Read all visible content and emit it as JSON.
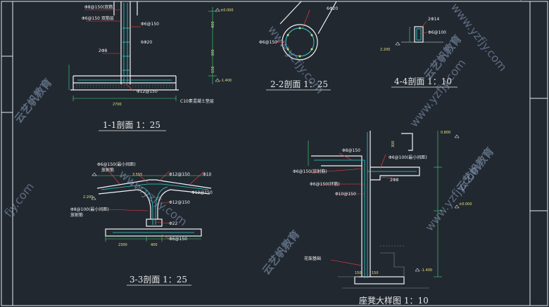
{
  "sections": {
    "s11": {
      "title": "1-1剖面 1：25",
      "notes": [
        "Φ8@150(双筋)",
        "Φ6@150 双筋层",
        "Φ6@150",
        "6Φ20",
        "2Φ8",
        "Φ12@150",
        "C10素混凝土垫层"
      ],
      "dims": [
        "2700",
        "±0.000",
        "-1.400",
        "400",
        "300",
        "150"
      ]
    },
    "s22": {
      "title": "2-2剖面 1：25",
      "notes": [
        "6Φ20",
        "Φ6@150"
      ]
    },
    "s33": {
      "title": "3-3剖面 1：25",
      "notes": [
        "Φ6@150(最小间距)",
        "放射筋",
        "3.555",
        "Φ12@150",
        "Φ10",
        "Φ12@150",
        "Φ8@100(最小间距)",
        "放射筋",
        "Φ12@150",
        "2.200",
        "Φ22",
        "Φ6@150"
      ],
      "dims": [
        "2300",
        "400"
      ]
    },
    "s44": {
      "title": "4-4剖面 1：10",
      "notes": [
        "2Φ14",
        "Φ6@100",
        "2.200"
      ]
    },
    "bench": {
      "title": "座凳大样图 1：10",
      "notes": [
        "Φ8@150",
        "Φ6@100(最小间距)",
        "Φ6@150(放射筋)",
        "Φ6@150(环筋)",
        "2Φ8",
        "Φ10@150",
        "花架基础"
      ],
      "dims": [
        "300",
        "0.800",
        "±0.000",
        "150",
        "150",
        "-1.400"
      ]
    }
  },
  "watermarks": {
    "site": "www.yzfjy.com",
    "brand": "云艺帆教育",
    "partial": [
      "yzfjy",
      "fjy.com"
    ]
  }
}
